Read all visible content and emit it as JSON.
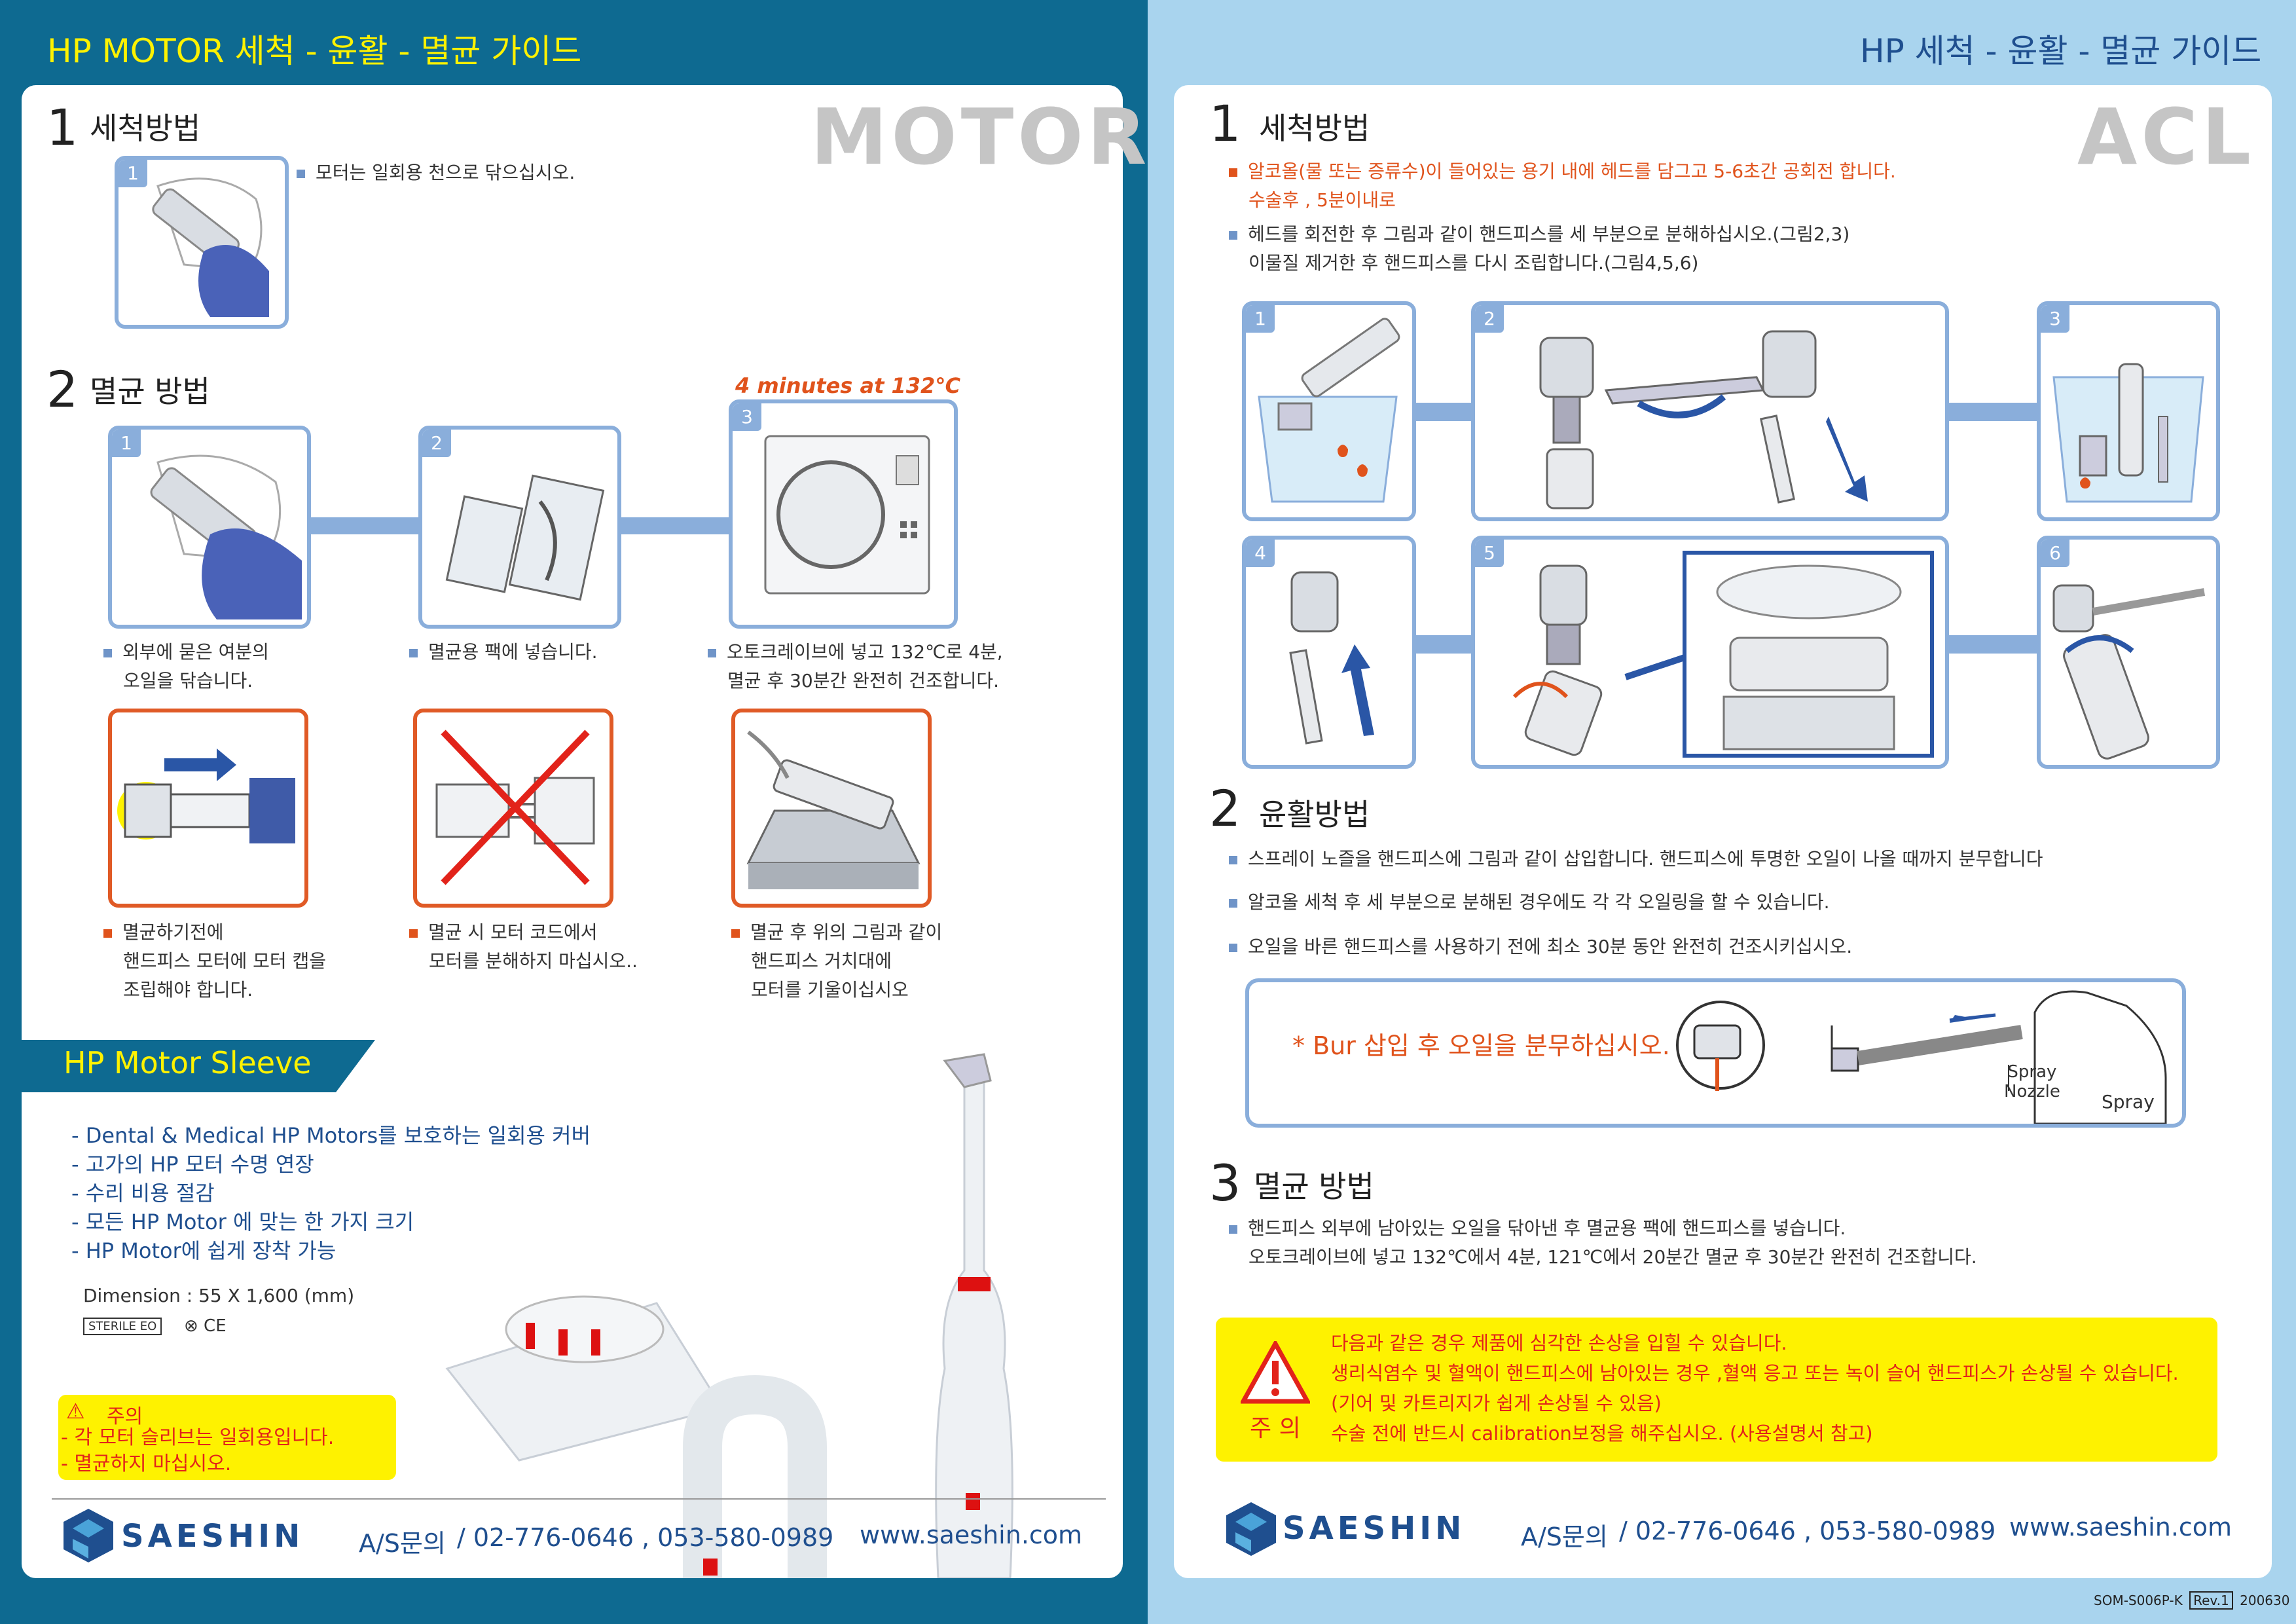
{
  "left": {
    "header_title": "HP MOTOR 세척 - 윤활 - 멸균 가이드",
    "watermark": "MOTOR",
    "sec1": {
      "num": "1",
      "title": "세척방법",
      "step_badge": "1",
      "bullet": "모터는 일회용 천으로 닦으십시오."
    },
    "sec2": {
      "num": "2",
      "title": "멸균 방법",
      "time_note": "4 minutes at 132℃",
      "steps": [
        {
          "badge": "1",
          "line1": "외부에 묻은 여분의",
          "line2": "오일을 닦습니다."
        },
        {
          "badge": "2",
          "line1": "멸균용 팩에 넣습니다.",
          "line2": ""
        },
        {
          "badge": "3",
          "line1": "오토크레이브에 넣고 132℃로 4분,",
          "line2": "멸균 후 30분간 완전히 건조합니다."
        }
      ],
      "cautions": [
        {
          "line1": "멸균하기전에",
          "line2": "핸드피스 모터에 모터 캡을",
          "line3": "조립해야 합니다."
        },
        {
          "line1": "멸균 시 모터 코드에서",
          "line2": "모터를 분해하지 마십시오..",
          "line3": ""
        },
        {
          "line1": "멸균 후 위의 그림과 같이",
          "line2": "핸드피스 거치대에",
          "line3": "모터를 기울이십시오"
        }
      ]
    },
    "sleeve": {
      "title": "HP Motor Sleeve",
      "features": [
        "- Dental & Medical HP Motors를 보호하는 일회용 커버",
        "- 고가의 HP 모터 수명 연장",
        "- 수리 비용 절감",
        "- 모든 HP Motor 에 맞는 한 가지 크기",
        "- HP Motor에 쉽게 장착 가능"
      ],
      "dimension": "Dimension : 55 X 1,600 (mm)",
      "sterile_mark": "STERILE EO",
      "warning_title": "주의",
      "warning_lines": [
        "- 각 모터 슬리브는 일회용입니다.",
        "- 멸균하지 마십시오."
      ]
    },
    "footer": {
      "brand": "SAESHIN",
      "as_label": "A/S문의",
      "phones": "/ 02-776-0646 , 053-580-0989",
      "website": "www.saeshin.com"
    }
  },
  "right": {
    "header_title": "HP 세척 - 윤활 - 멸균 가이드",
    "watermark": "ACL",
    "sec1": {
      "num": "1",
      "title": "세척방법",
      "bullet1_line1": "알코올(물 또는 증류수)이 들어있는 용기 내에 헤드를 담그고 5-6초간 공회전 합니다.",
      "bullet1_line2": "수술후 , 5분이내로",
      "bullet2_line1": "헤드를 회전한 후 그림과 같이 핸드피스를 세 부분으로 분해하십시오.(그림2,3)",
      "bullet2_line2": "이물질 제거한 후 핸드피스를 다시 조립합니다.(그림4,5,6)",
      "badges": [
        "1",
        "2",
        "3",
        "4",
        "5",
        "6"
      ]
    },
    "sec2": {
      "num": "2",
      "title": "윤활방법",
      "bullets": [
        "스프레이 노즐을 핸드피스에 그림과 같이 삽입합니다. 핸드피스에 투명한 오일이 나올 때까지 분무합니다",
        "알코올 세척 후 세 부분으로 분해된 경우에도 각 각 오일링을 할 수 있습니다.",
        "오일을 바른 핸드피스를 사용하기 전에 최소 30분 동안 완전히 건조시키십시오."
      ],
      "bur_note": "* Bur 삽입 후 오일을 분무하십시오.",
      "spray_nozzle_line1": "Spray",
      "spray_nozzle_line2": "Nozzle",
      "spray_label": "Spray"
    },
    "sec3": {
      "num": "3",
      "title": "멸균 방법",
      "line1": "핸드피스 외부에 남아있는 오일을 닦아낸 후 멸균용 팩에 핸드피스를 넣습니다.",
      "line2": "오토크레이브에 넣고 132℃에서 4분, 121℃에서 20분간 멸균 후 30분간 완전히 건조합니다."
    },
    "caution": {
      "label": "주 의",
      "lines": [
        "다음과 같은 경우 제품에 심각한 손상을 입힐 수 있습니다.",
        "생리식염수 및 혈액이 핸드피스에 남아있는 경우 ,혈액 응고 또는 녹이 슬어 핸드피스가 손상될 수 있습니다.",
        "(기어 및 카트리지가 쉽게 손상될 수 있음)",
        "수술 전에 반드시 calibration보정을 해주십시오. (사용설명서 참고)"
      ]
    },
    "footer": {
      "brand": "SAESHIN",
      "as_label": "A/S문의",
      "phones": "/ 02-776-0646 , 053-580-0989",
      "website": "www.saeshin.com"
    },
    "doc_code": "SOM-S006P-K",
    "rev": "Rev.1",
    "date": "200630"
  },
  "colors": {
    "left_bg": "#0e6a91",
    "right_bg": "#a9d4ee",
    "accent_yellow": "#fef200",
    "accent_orange": "#e0531c",
    "frame_blue": "#8aaedb",
    "text_blue": "#1f4f8f"
  }
}
